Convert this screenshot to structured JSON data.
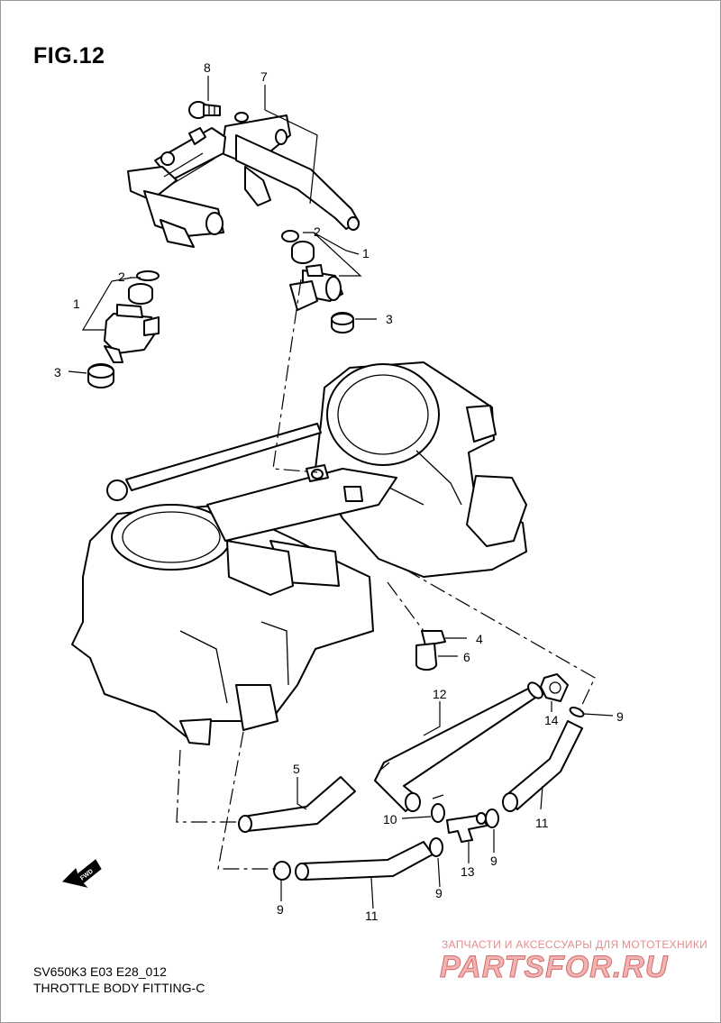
{
  "figure": {
    "title": "FIG.12",
    "model_code": "SV650K3 E03 E28_012",
    "assembly_title": "THROTTLE BODY FITTING-C"
  },
  "fwd_arrow": {
    "label": "FWD"
  },
  "callouts": {
    "p8": "8",
    "p7": "7",
    "p2a": "2",
    "p1a": "1",
    "p3a": "3",
    "p2b": "2",
    "p1b": "1",
    "p3b": "3",
    "p4": "4",
    "p6": "6",
    "p12": "12",
    "p14": "14",
    "p9a": "9",
    "p5": "5",
    "p10": "10",
    "p11a": "11",
    "p13": "13",
    "p9b": "9",
    "p9c": "9",
    "p9d": "9",
    "p11b": "11"
  },
  "watermark": {
    "tagline": "ЗАПЧАСТИ И АКСЕССУАРЫ ДЛЯ МОТОТЕХНИКИ",
    "logo": "PARTSFOR.RU"
  }
}
